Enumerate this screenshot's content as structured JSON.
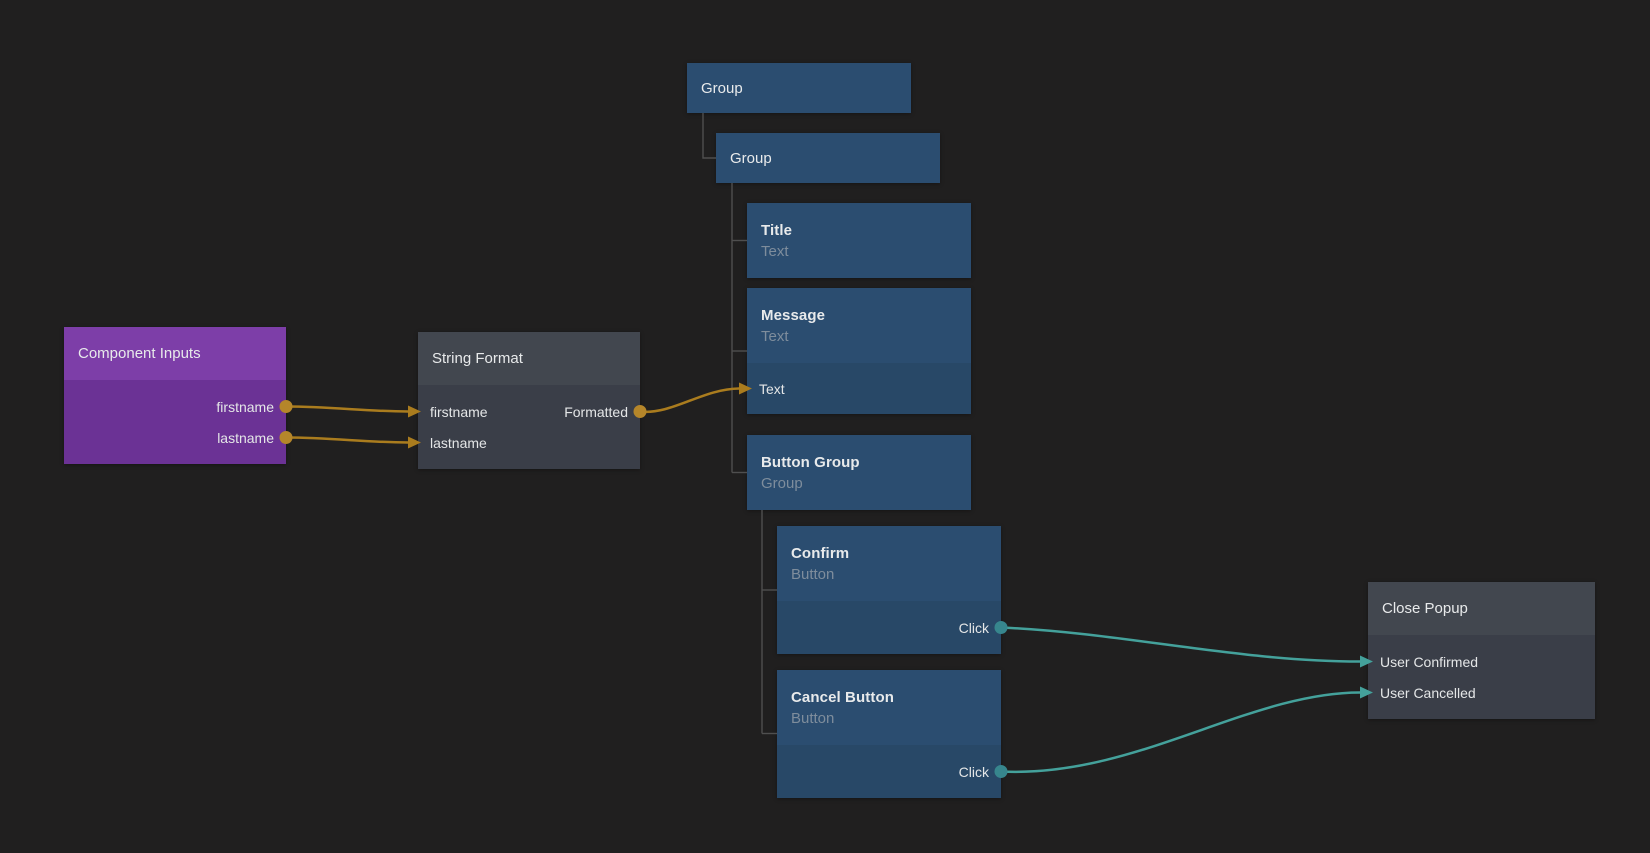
{
  "app": {
    "view": "node-graph-canvas",
    "description": "Visual node editor canvas showing a popup component flow"
  },
  "colors": {
    "bg": "#201f1f",
    "purple-hdr": "#7d3ea8",
    "purple-body": "#6b3295",
    "gray-hdr": "#42474f",
    "gray-body": "#3a3e48",
    "blue-hdr": "#2b4d70",
    "blue-body": "#284867",
    "wire-data": "#aa7c1e",
    "dot-data": "#b5862a",
    "wire-signal": "#44a19b",
    "dot-signal": "#37868d",
    "tree-line": "#4f4f4f",
    "text-title": "#e8eaeb",
    "text-subtitle": "#7e8d9c",
    "text-port": "#e4e6e7"
  },
  "nodes": {
    "component_inputs": {
      "title": "Component Inputs",
      "outputs": [
        "firstname",
        "lastname"
      ]
    },
    "string_format": {
      "title": "String Format",
      "inputs": [
        "firstname",
        "lastname"
      ],
      "outputs": [
        "Formatted"
      ]
    },
    "group_outer": {
      "title": "Group"
    },
    "group_inner": {
      "title": "Group"
    },
    "title_node": {
      "title": "Title",
      "subtitle": "Text"
    },
    "message_node": {
      "title": "Message",
      "subtitle": "Text",
      "inputs": [
        "Text"
      ]
    },
    "button_group": {
      "title": "Button Group",
      "subtitle": "Group"
    },
    "confirm_button": {
      "title": "Confirm",
      "subtitle": "Button",
      "outputs": [
        "Click"
      ]
    },
    "cancel_button": {
      "title": "Cancel Button",
      "subtitle": "Button",
      "outputs": [
        "Click"
      ]
    },
    "close_popup": {
      "title": "Close Popup",
      "inputs": [
        "User Confirmed",
        "User Cancelled"
      ]
    }
  },
  "connections": [
    {
      "from": "Component Inputs.firstname",
      "to": "String Format.firstname",
      "kind": "data"
    },
    {
      "from": "Component Inputs.lastname",
      "to": "String Format.lastname",
      "kind": "data"
    },
    {
      "from": "String Format.Formatted",
      "to": "Message.Text",
      "kind": "data"
    },
    {
      "from": "Confirm.Click",
      "to": "Close Popup.User Confirmed",
      "kind": "signal"
    },
    {
      "from": "Cancel Button.Click",
      "to": "Close Popup.User Cancelled",
      "kind": "signal"
    }
  ],
  "tree": [
    {
      "parent": "Group",
      "children": [
        "Group"
      ]
    },
    {
      "parent": "Group (inner)",
      "children": [
        "Title",
        "Message",
        "Button Group"
      ]
    },
    {
      "parent": "Button Group",
      "children": [
        "Confirm",
        "Cancel Button"
      ]
    }
  ]
}
